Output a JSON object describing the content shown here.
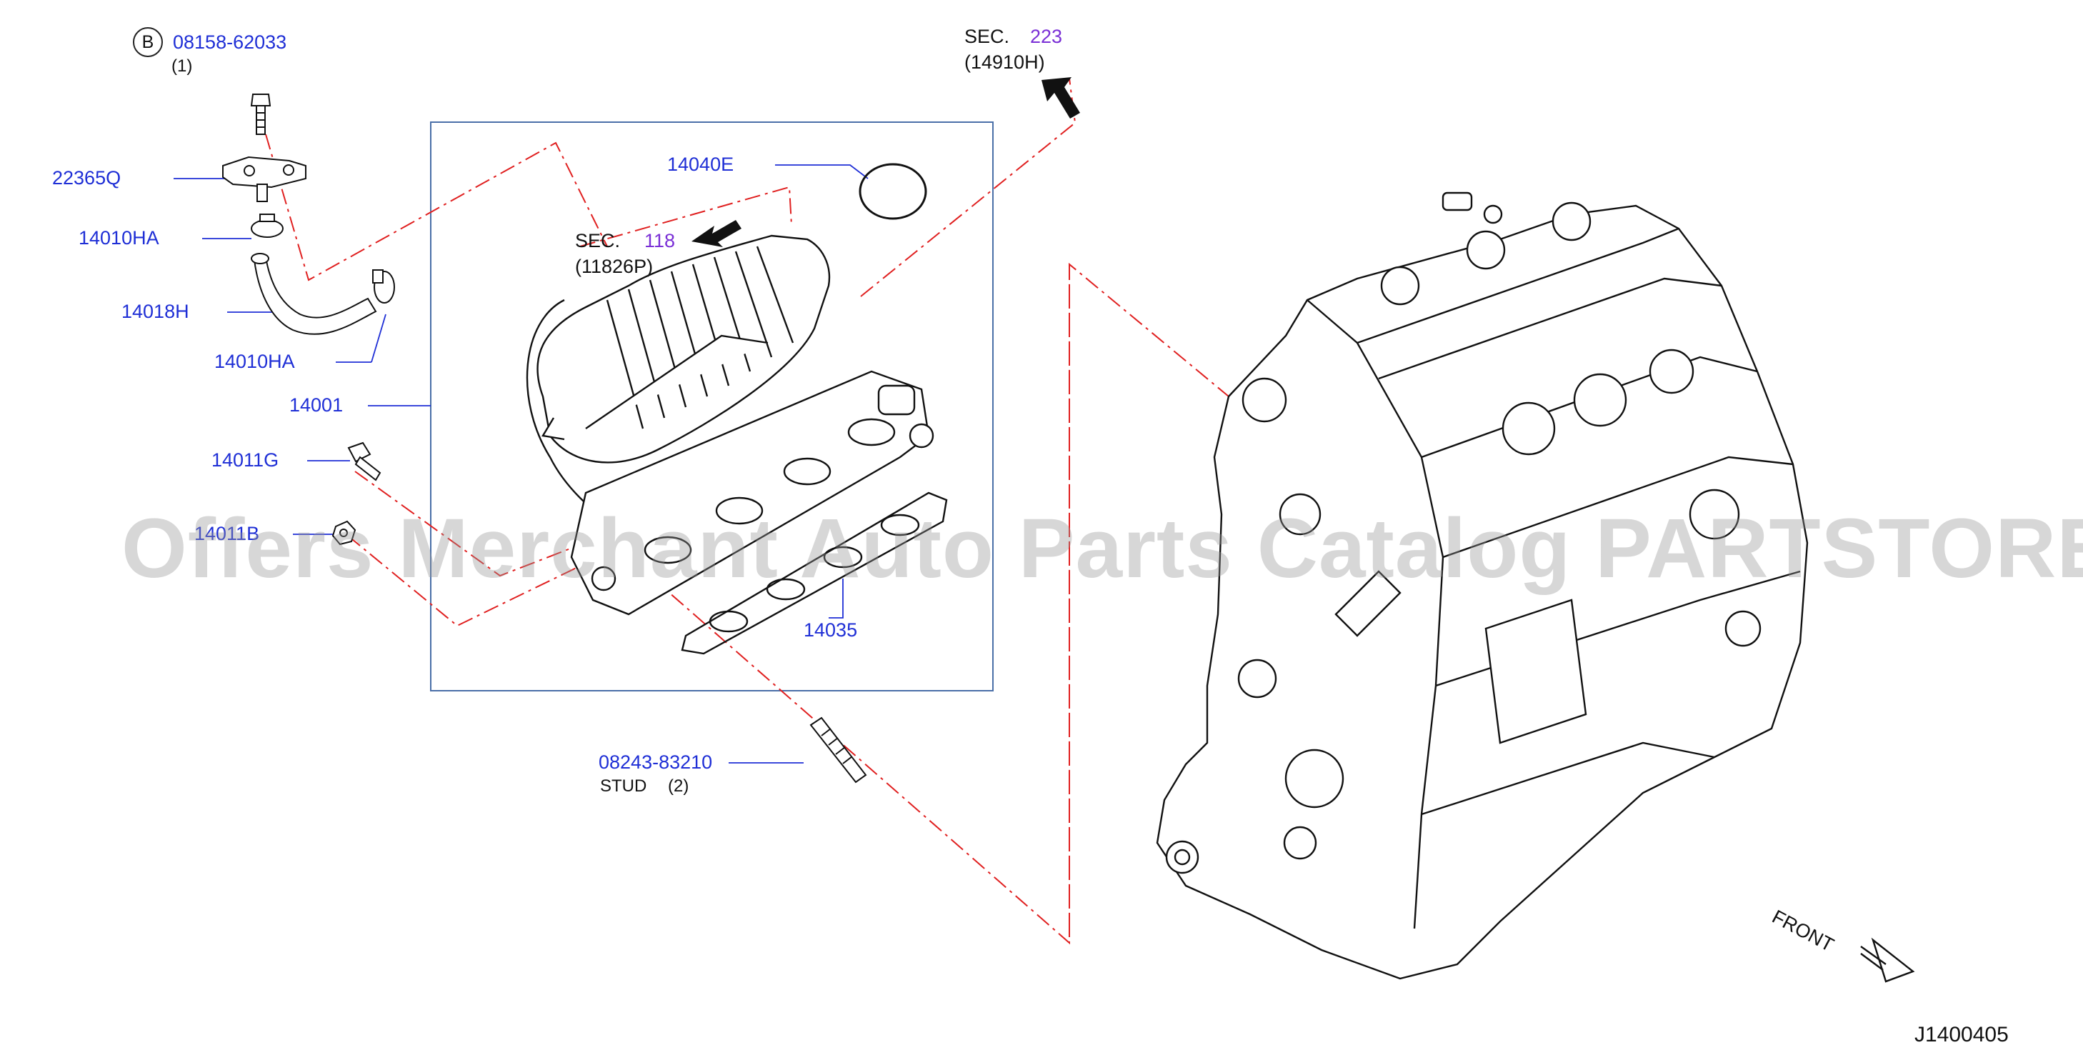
{
  "callouts": {
    "bolt_marker": "B",
    "bolt_part": "08158-62033",
    "bolt_qty": "(1)",
    "sensor": "22365Q",
    "clamp_upper": "14010HA",
    "hose": "14018H",
    "clamp_lower": "14010HA",
    "manifold": "14001",
    "bolt_11g": "14011G",
    "nut_11b": "14011B",
    "gasket_ring": "14040E",
    "gasket": "14035",
    "stud_part": "08243-83210",
    "stud_label": "STUD",
    "stud_qty": "(2)"
  },
  "sec_118": {
    "prefix": "SEC.",
    "number": "118",
    "part": "(11826P)"
  },
  "sec_223": {
    "prefix": "SEC.",
    "number": "223",
    "part": "(14910H)"
  },
  "front_label": "FRONT",
  "diagram_id": "J1400405",
  "watermark": "Offers Merchant Auto Parts Catalog PARTSTORE.SA",
  "colors": {
    "callout": "#1f2fd6",
    "section_number": "#7a2fd6",
    "guide_line": "#e02020",
    "frame": "#4a6fa8",
    "line_art": "#111111"
  }
}
